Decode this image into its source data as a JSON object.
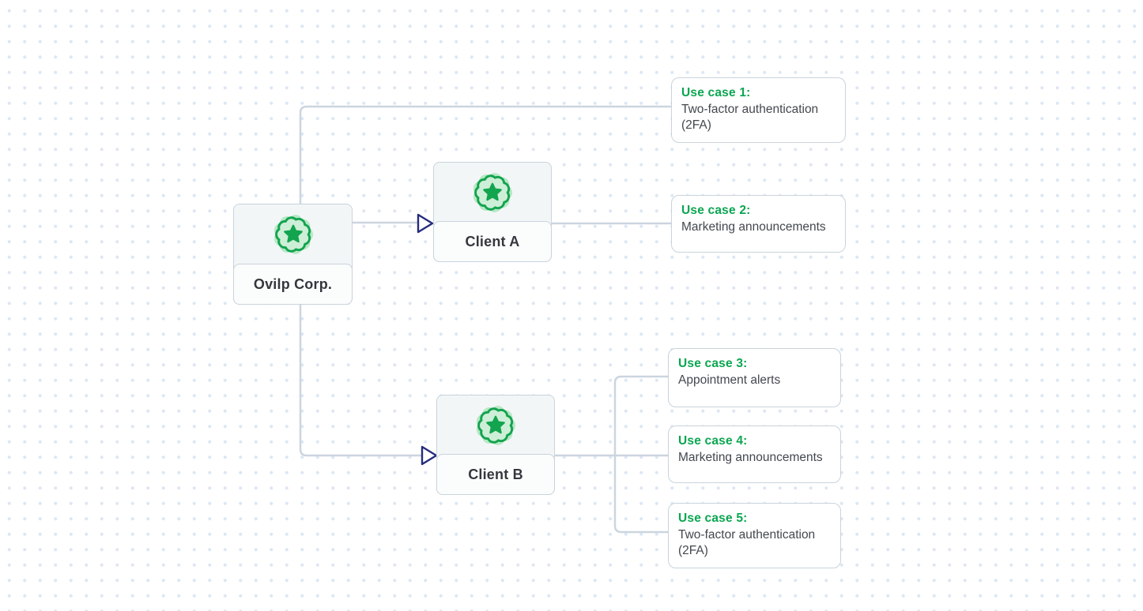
{
  "diagram": {
    "type": "flowchart",
    "description_of_icons": "badge-star-icon on every node"
  },
  "colors": {
    "accent_green": "#0aa650",
    "icon_green": "#12a44e",
    "icon_green_light": "#cdeed7",
    "icon_glow": "#b7e8c6",
    "line": "#ccd5df",
    "arrow": "#252c7d",
    "text_dark": "#43484e",
    "label_dark": "#34383d",
    "node_fill": "#f3f6f7",
    "node_label_fill": "#fbfcfc",
    "border": "#c9d4dc",
    "dot": "#dde7f3"
  },
  "nodes": [
    {
      "id": "ovilp-corp",
      "label": "Ovilp Corp.",
      "icon": "badge-star-icon"
    },
    {
      "id": "client-a",
      "label": "Client A",
      "icon": "badge-star-icon"
    },
    {
      "id": "client-b",
      "label": "Client B",
      "icon": "badge-star-icon"
    }
  ],
  "use_cases": [
    {
      "id": 1,
      "title": "Use case 1:",
      "description": "Two-factor authentication (2FA)",
      "linked_from": "ovilp-corp"
    },
    {
      "id": 2,
      "title": "Use case 2:",
      "description": "Marketing announcements",
      "linked_from": "client-a"
    },
    {
      "id": 3,
      "title": "Use case 3:",
      "description": "Appointment alerts",
      "linked_from": "client-b"
    },
    {
      "id": 4,
      "title": "Use case 4:",
      "description": "Marketing announcements",
      "linked_from": "client-b"
    },
    {
      "id": 5,
      "title": "Use case 5:",
      "description": "Two-factor authentication (2FA)",
      "linked_from": "client-b"
    }
  ],
  "edges": [
    {
      "from": "ovilp-corp",
      "to": "use-case-1",
      "arrowhead": false
    },
    {
      "from": "ovilp-corp",
      "to": "client-a",
      "arrowhead": true
    },
    {
      "from": "client-a",
      "to": "use-case-2",
      "arrowhead": false
    },
    {
      "from": "ovilp-corp",
      "to": "client-b",
      "arrowhead": true
    },
    {
      "from": "client-b",
      "to": "use-case-3",
      "arrowhead": false
    },
    {
      "from": "client-b",
      "to": "use-case-4",
      "arrowhead": false
    },
    {
      "from": "client-b",
      "to": "use-case-5",
      "arrowhead": false
    }
  ]
}
